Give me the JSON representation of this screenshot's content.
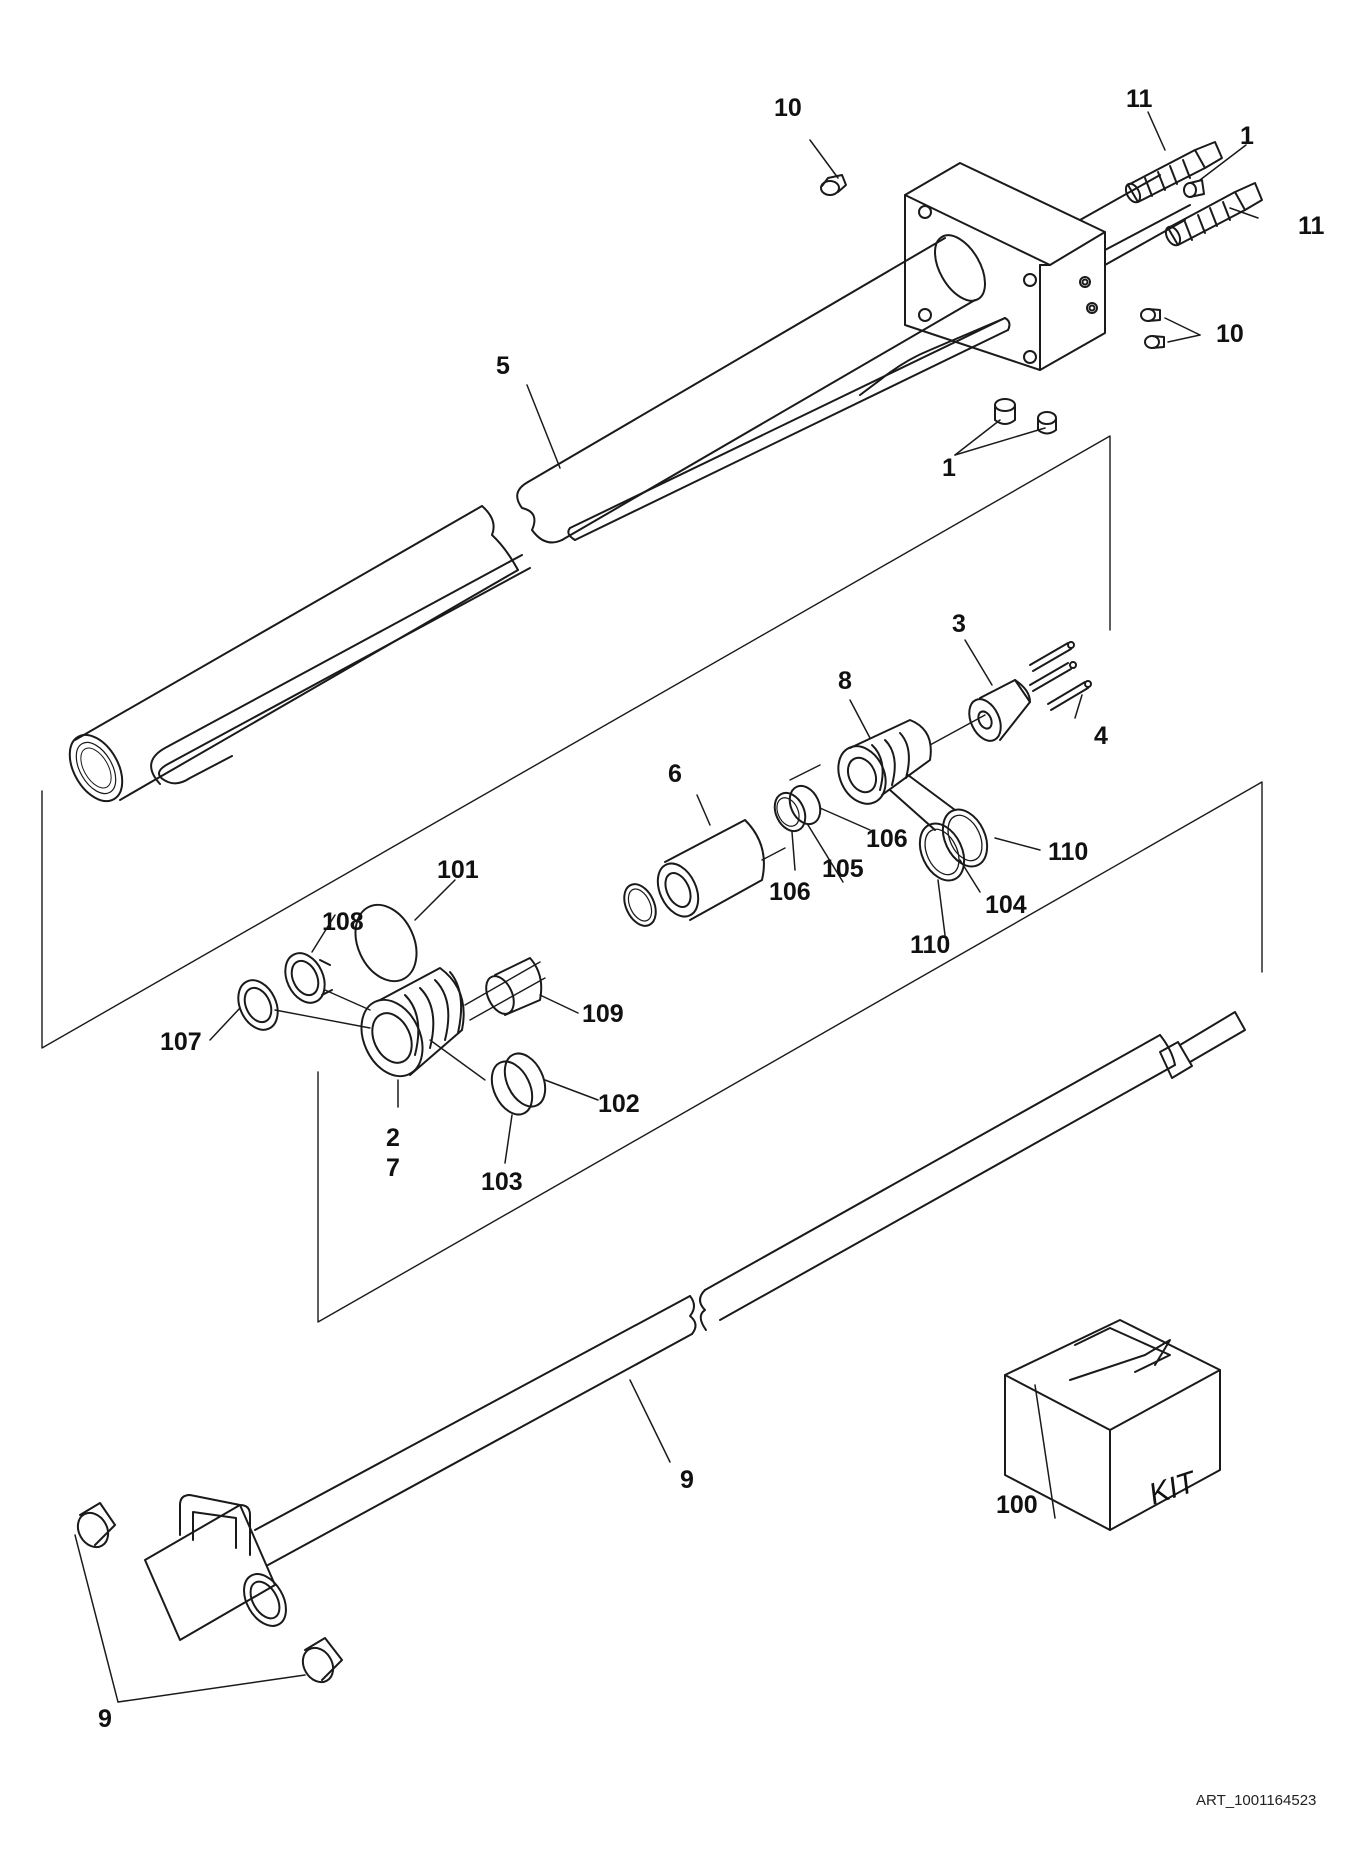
{
  "drawing_id": "ART_1001164523",
  "kit_box_text": "KIT",
  "callouts": {
    "c10_top": "10",
    "c11_top": "11",
    "c1_top": "1",
    "c11_right": "11",
    "c10_right": "10",
    "c5": "5",
    "c1_mid": "1",
    "c3": "3",
    "c8": "8",
    "c4": "4",
    "c6": "6",
    "c106_right": "106",
    "c110_right": "110",
    "c106_left": "106",
    "c105": "105",
    "c104": "104",
    "c110_bottom": "110",
    "c101": "101",
    "c108": "108",
    "c109": "109",
    "c107": "107",
    "c102": "102",
    "c2": "2",
    "c7": "7",
    "c103": "103",
    "c9_mid": "9",
    "c100": "100",
    "c9_bottom": "9"
  }
}
